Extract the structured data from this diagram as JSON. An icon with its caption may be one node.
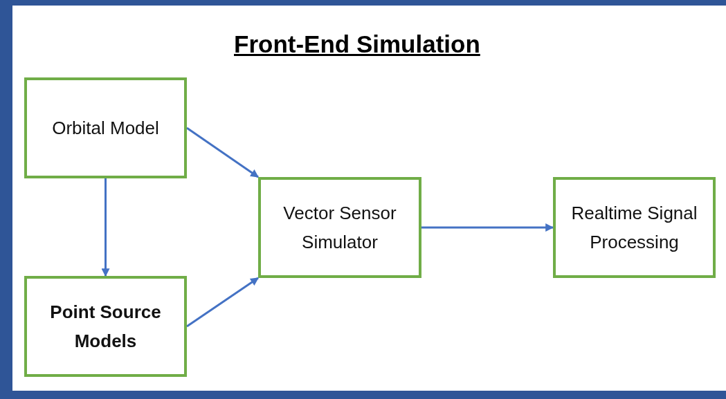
{
  "diagram": {
    "title": "Front-End Simulation",
    "nodes": [
      {
        "text": [
          "Orbital Model"
        ]
      },
      {
        "text": [
          "Point Source Models"
        ]
      },
      {
        "text": [
          "Vector Sensor Simulator"
        ]
      },
      {
        "text": [
          "Realtime Signal Processing"
        ]
      }
    ],
    "edges": [
      {
        "from": 0,
        "to": 2,
        "arrow": "to"
      },
      {
        "from": 0,
        "to": 1,
        "arrow": "to"
      },
      {
        "from": 1,
        "to": 2,
        "arrow": "to"
      },
      {
        "from": 2,
        "to": 3,
        "arrow": "to"
      }
    ]
  }
}
